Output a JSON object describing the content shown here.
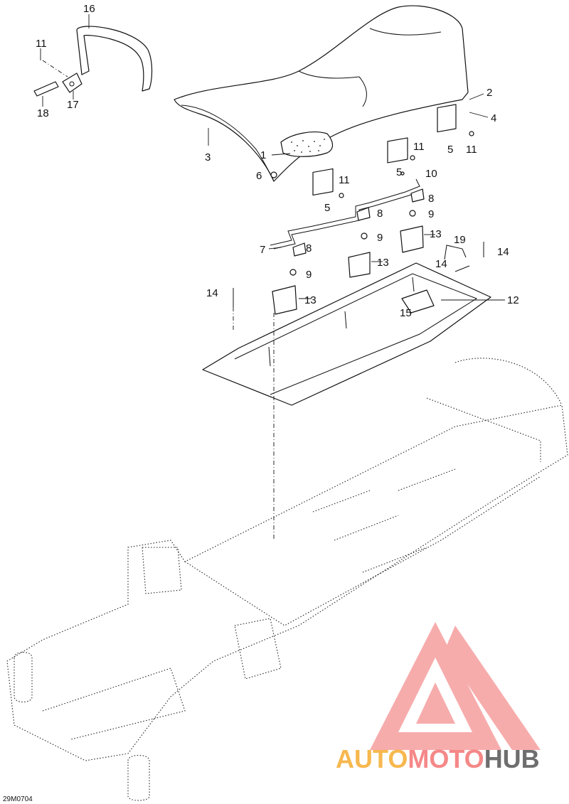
{
  "diagram": {
    "code": "29M0704",
    "callouts": [
      {
        "id": "c1",
        "text": "1"
      },
      {
        "id": "c2",
        "text": "2"
      },
      {
        "id": "c3",
        "text": "3"
      },
      {
        "id": "c4",
        "text": "4"
      },
      {
        "id": "c5a",
        "text": "5"
      },
      {
        "id": "c5b",
        "text": "5"
      },
      {
        "id": "c5c",
        "text": "5"
      },
      {
        "id": "c6",
        "text": "6"
      },
      {
        "id": "c7",
        "text": "7"
      },
      {
        "id": "c8a",
        "text": "8"
      },
      {
        "id": "c8b",
        "text": "8"
      },
      {
        "id": "c8c",
        "text": "8"
      },
      {
        "id": "c9a",
        "text": "9"
      },
      {
        "id": "c9b",
        "text": "9"
      },
      {
        "id": "c9c",
        "text": "9"
      },
      {
        "id": "c10",
        "text": "10"
      },
      {
        "id": "c11a",
        "text": "11"
      },
      {
        "id": "c11b",
        "text": "11"
      },
      {
        "id": "c11c",
        "text": "11"
      },
      {
        "id": "c11d",
        "text": "11"
      },
      {
        "id": "c12",
        "text": "12"
      },
      {
        "id": "c13a",
        "text": "13"
      },
      {
        "id": "c13b",
        "text": "13"
      },
      {
        "id": "c13c",
        "text": "13"
      },
      {
        "id": "c14a",
        "text": "14"
      },
      {
        "id": "c14b",
        "text": "14"
      },
      {
        "id": "c14c",
        "text": "14"
      },
      {
        "id": "c15",
        "text": "15"
      },
      {
        "id": "c16",
        "text": "16"
      },
      {
        "id": "c17",
        "text": "17"
      },
      {
        "id": "c18",
        "text": "18"
      },
      {
        "id": "c19",
        "text": "19"
      }
    ]
  },
  "watermark": {
    "part1": "AUTO",
    "part2": "MOTO",
    "part3": "HUB",
    "color_light": "#f5a623",
    "color_red": "#f26a6a",
    "color_dark": "#4a4a4a"
  }
}
